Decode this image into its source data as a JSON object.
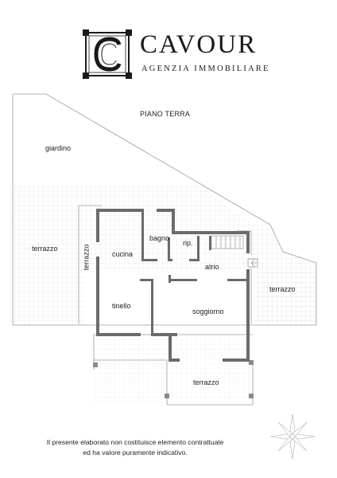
{
  "brand": {
    "logo_letter": "C",
    "name": "CAVOUR",
    "tagline": "AGENZIA IMMOBILIARE"
  },
  "plan": {
    "title": "PIANO TERRA",
    "labels": {
      "giardino": "giardino",
      "terrazzo_left": "terrazzo",
      "terrazzo_vertical": "terrazzo",
      "terrazzo_right": "terrazzo",
      "terrazzo_bottom": "terrazzo",
      "bagno": "bagno",
      "rip": "rip.",
      "cucina": "cucina",
      "atrio": "atrio",
      "tinello": "tinello",
      "soggiorno": "soggiorno"
    }
  },
  "disclaimer": {
    "line1": "Il presente elaborato non costituisce elemento contrattuale",
    "line2": "ed ha valore puramente indicativo."
  },
  "colors": {
    "wall": "#6b6b6b",
    "outline": "#9a9a9a",
    "hatch": "#d8d8d8",
    "text": "#222222"
  },
  "icons": {
    "logo": "monogram-c-logo",
    "compass": "compass-rose-icon",
    "entrance": "entrance-arrow-icon"
  }
}
